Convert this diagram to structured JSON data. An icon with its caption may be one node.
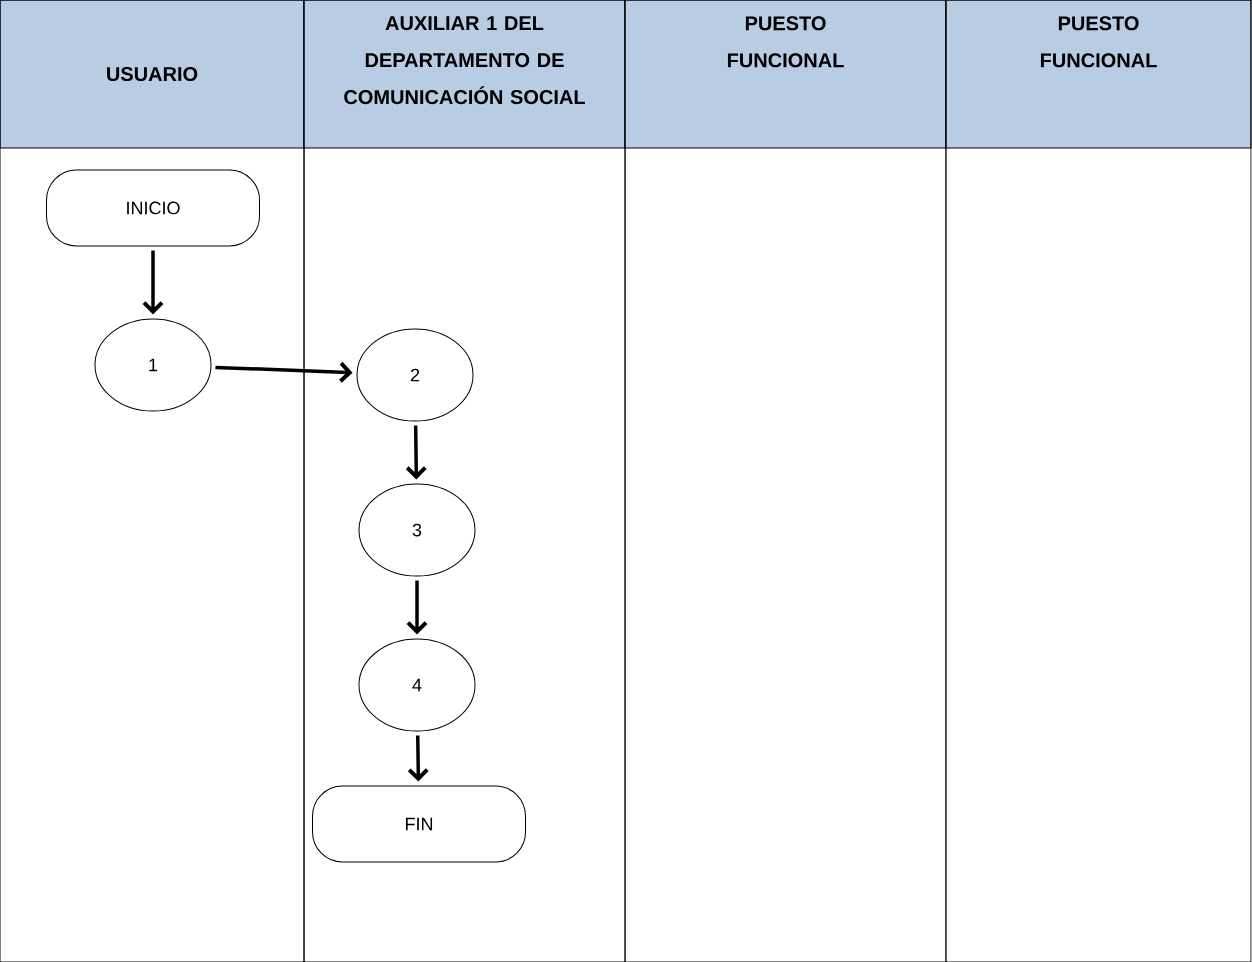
{
  "diagram": {
    "nodes": [
      {
        "text": [
          "USUARIO"
        ]
      },
      {
        "text": [
          "AUXILIAR 1 DEL DEPARTAMENTO DE COMUNICACIÓN SOCIAL"
        ]
      },
      {
        "text": [
          "PUESTO FUNCIONAL"
        ]
      },
      {
        "text": [
          "PUESTO FUNCIONAL"
        ]
      },
      {
        "text": [
          "INICIO"
        ],
        "in": 0
      },
      {
        "text": [
          "1"
        ],
        "in": 0
      },
      {
        "text": [
          "2"
        ],
        "in": 1
      },
      {
        "text": [
          "3"
        ],
        "in": 1
      },
      {
        "text": [
          "4"
        ],
        "in": 1
      },
      {
        "text": [
          "FIN"
        ],
        "in": 1
      }
    ],
    "edges": [
      {
        "from": 4,
        "to": 5,
        "arrow": "to"
      },
      {
        "from": 5,
        "to": 6,
        "arrow": "to"
      },
      {
        "from": 6,
        "to": 7,
        "arrow": "to"
      },
      {
        "from": 7,
        "to": 8,
        "arrow": "to"
      },
      {
        "from": 8,
        "to": 9,
        "arrow": "to"
      }
    ]
  }
}
